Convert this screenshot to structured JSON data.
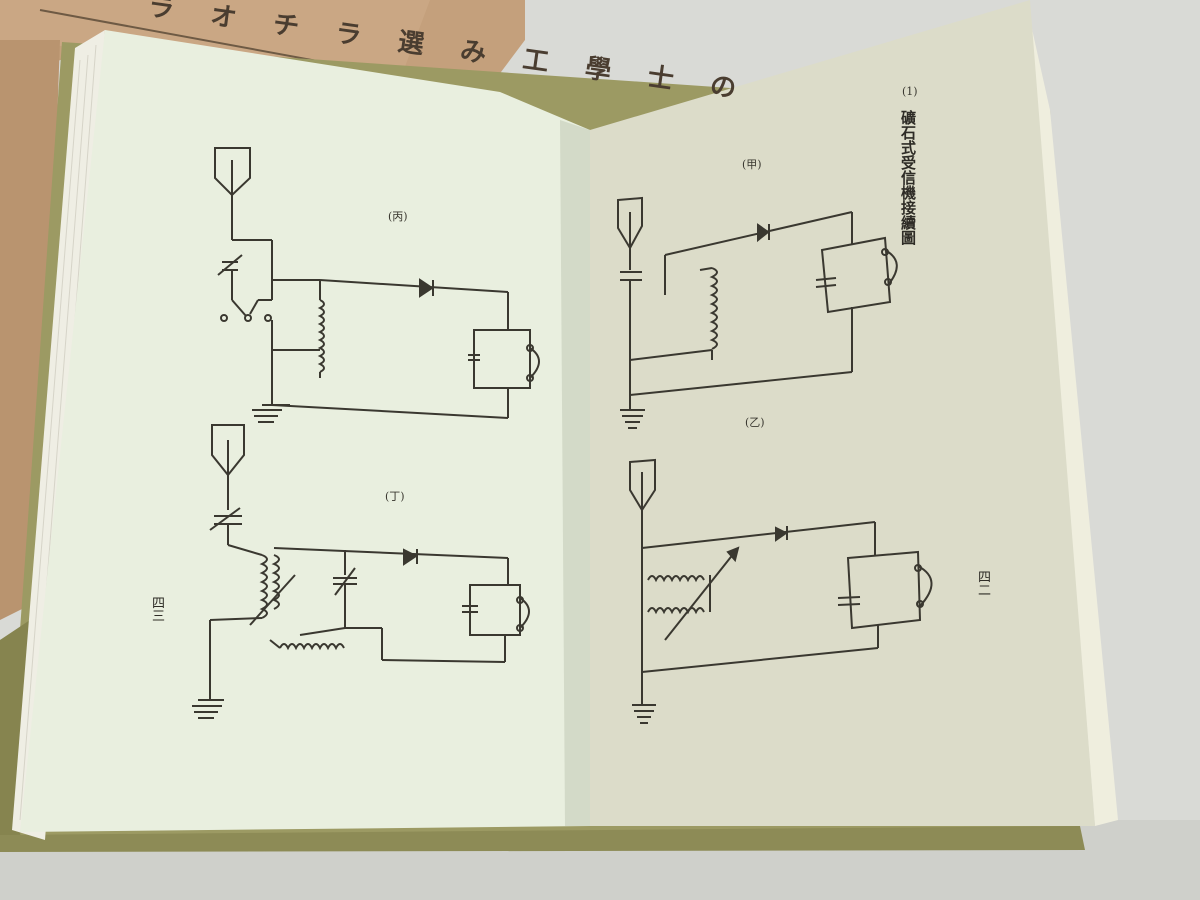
{
  "colors": {
    "backdrop": "#d9dad6",
    "cover_cloth": "#9c9a63",
    "left_paper": "#e9efdf",
    "right_paper": "#dcdcc9",
    "box": "#c4a07c",
    "ink": "#3a3830"
  },
  "box_cover": {
    "text": "ラ オ チ ラ 選 み 工 學 士 の"
  },
  "left_page": {
    "label_top": "(丙)",
    "label_bottom": "(丁)",
    "page_number": "四三"
  },
  "right_page": {
    "plate_number": "(1)",
    "title": "礦石式受信機接續圖",
    "label_top": "(甲)",
    "label_bottom": "(乙)",
    "page_number": "四二"
  }
}
